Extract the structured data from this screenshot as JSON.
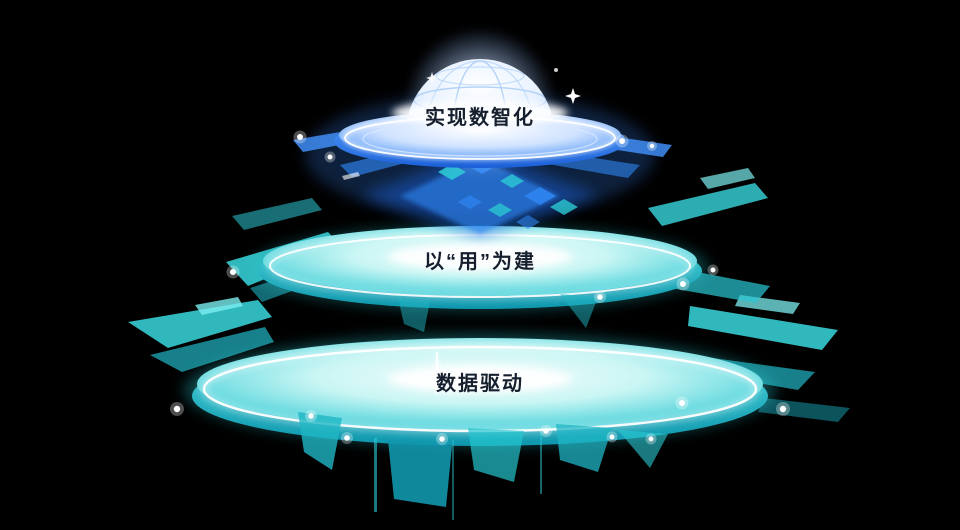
{
  "diagram": {
    "type": "layered-platform-diagram",
    "tiers": [
      {
        "id": "top",
        "label": "实现数智化",
        "accent": "#2f86f2"
      },
      {
        "id": "middle",
        "label": "以“用”为建",
        "accent": "#2bc8d4"
      },
      {
        "id": "bottom",
        "label": "数据驱动",
        "accent": "#2bc8d4"
      }
    ],
    "colors": {
      "background": "#000000",
      "blue": "#2f86f2",
      "deep_blue": "#1c63e0",
      "teal": "#2bc8d4",
      "teal_light": "#7ceef0",
      "white": "#ffffff",
      "label_text": "#151f2e"
    }
  }
}
